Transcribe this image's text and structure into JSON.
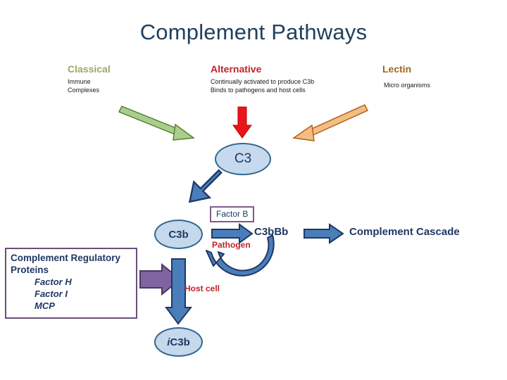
{
  "slide": {
    "title": "Complement Pathways",
    "title_color": "#21405e",
    "background": "#ffffff"
  },
  "pathways": [
    {
      "name": "classical",
      "heading": "Classical",
      "heading_color": "#9aaa62",
      "body": "Immune\nComplexes"
    },
    {
      "name": "alternative",
      "heading": "Alternative",
      "heading_color": "#c0232a",
      "body": "Continually activated to produce C3b\nBinds to pathogens and host cells"
    },
    {
      "name": "lectin",
      "heading": "Lectin",
      "heading_color": "#a0671c",
      "body": "Micro organisms"
    }
  ],
  "nodes": {
    "c3": "C3",
    "c3b": "C3b",
    "ic3b_prefix": "i",
    "ic3b_rest": "C3b",
    "c3bbb": "C3bBb",
    "complement_cascade": "Complement Cascade"
  },
  "labels": {
    "factor_b": "Factor B",
    "pathogen": "Pathogen",
    "host_cell": "Host cell"
  },
  "regulatory_box": {
    "title": "Complement Regulatory Proteins",
    "items": [
      "Factor H",
      "Factor I",
      "MCP"
    ],
    "border_color": "#6b4f79"
  },
  "arrow_colors": {
    "classical_green": "#9cc07a",
    "classical_green_edge": "#4f7c2a",
    "alternative_red": "#e8161a",
    "lectin_orange": "#f0b070",
    "lectin_orange_edge": "#b05c10",
    "process_blue": "#4a7ebb",
    "process_blue_edge": "#1f3864",
    "regulatory_purple": "#8064a2",
    "regulatory_purple_edge": "#4b3664"
  }
}
